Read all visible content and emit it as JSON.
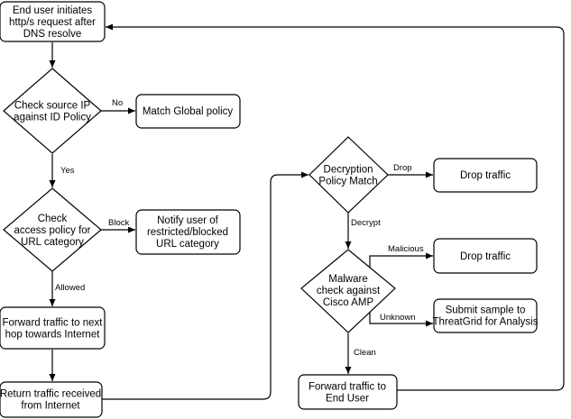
{
  "nodes": {
    "start": [
      "End user initiates",
      "http/s request after",
      "DNS resolve"
    ],
    "check_ip": [
      "Check source IP",
      "against ID Policy"
    ],
    "global_policy": [
      "Match Global policy"
    ],
    "check_access": [
      "Check",
      "access policy for",
      "URL category"
    ],
    "notify_user": [
      "Notify user of",
      "restricted/blocked",
      "URL category"
    ],
    "forward_next": [
      "Forward traffic to next",
      "hop towards Internet"
    ],
    "return_traffic": [
      "Return traffic received",
      "from Internet"
    ],
    "decryption": [
      "Decryption",
      "Policy Match"
    ],
    "drop_1": [
      "Drop traffic"
    ],
    "malware": [
      "Malware",
      "check against",
      "Cisco AMP"
    ],
    "drop_2": [
      "Drop traffic"
    ],
    "threatgrid": [
      "Submit sample to",
      "ThreatGrid for Analysis"
    ],
    "forward_user": [
      "Forward traffic to",
      "End User"
    ]
  },
  "edge_labels": {
    "no": "No",
    "yes": "Yes",
    "block": "Block",
    "allowed": "Allowed",
    "drop": "Drop",
    "decrypt": "Decrypt",
    "malicious": "Malicious",
    "unknown": "Unknown",
    "clean": "Clean"
  }
}
